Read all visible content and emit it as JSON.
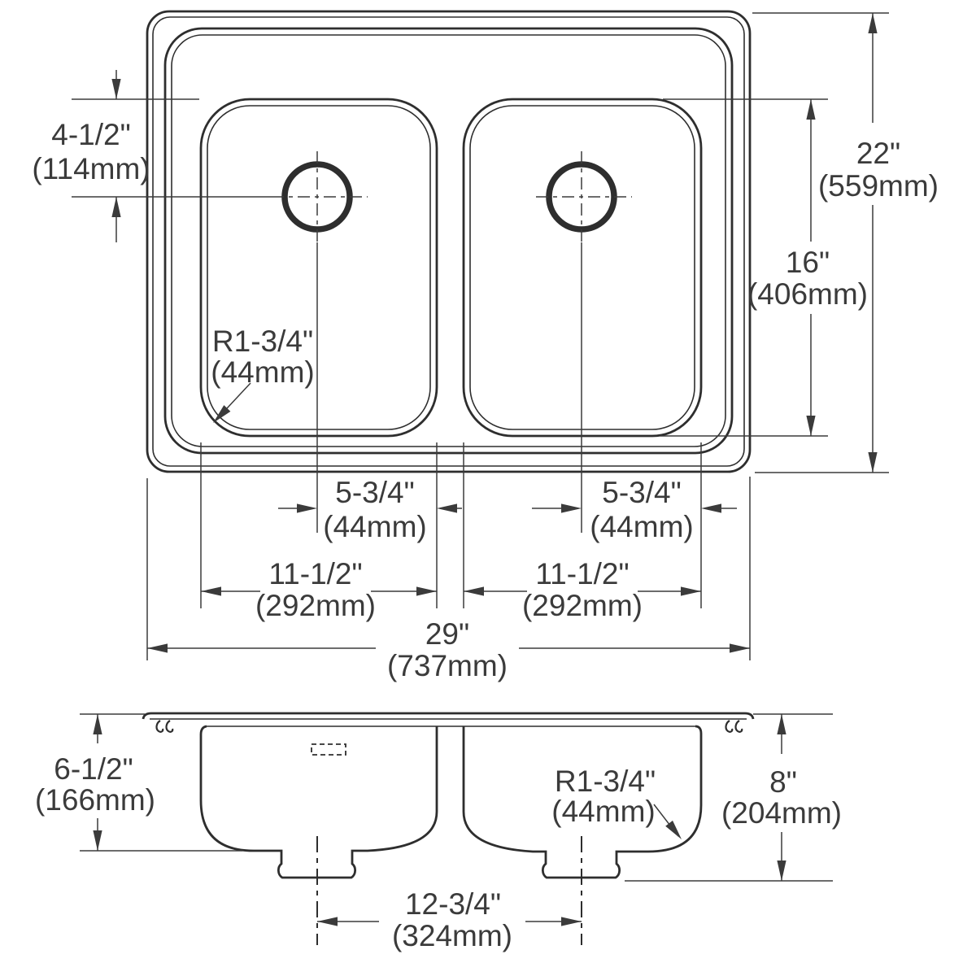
{
  "drawing": {
    "subject": "double-bowl sink dimensional drawing",
    "views": [
      "top-plan-view",
      "front-section-view"
    ]
  },
  "colors": {
    "line": "#2e2e2e",
    "dimension": "#3b3b3b",
    "background": "#ffffff"
  },
  "top_view": {
    "faucet_hole_offset": {
      "inches": "4-1/2\"",
      "metric": "(114mm)"
    },
    "overall_front_to_back": {
      "inches": "22\"",
      "metric": "(559mm)"
    },
    "bowl_front_to_back": {
      "inches": "16\"",
      "metric": "(406mm)"
    },
    "bowl_corner_radius": {
      "inches": "R1-3/4\"",
      "metric": "(44mm)"
    },
    "left_drain_offset": {
      "inches": "5-3/4\"",
      "metric": "(44mm)"
    },
    "right_drain_offset": {
      "inches": "5-3/4\"",
      "metric": "(44mm)"
    },
    "left_bowl_width": {
      "inches": "11-1/2\"",
      "metric": "(292mm)"
    },
    "right_bowl_width": {
      "inches": "11-1/2\"",
      "metric": "(292mm)"
    },
    "overall_width": {
      "inches": "29\"",
      "metric": "(737mm)"
    }
  },
  "side_view": {
    "bowl_depth": {
      "inches": "6-1/2\"",
      "metric": "(166mm)"
    },
    "bottom_corner_radius": {
      "inches": "R1-3/4\"",
      "metric": "(44mm)"
    },
    "overall_height": {
      "inches": "8\"",
      "metric": "(204mm)"
    },
    "drain_center_spacing": {
      "inches": "12-3/4\"",
      "metric": "(324mm)"
    }
  }
}
